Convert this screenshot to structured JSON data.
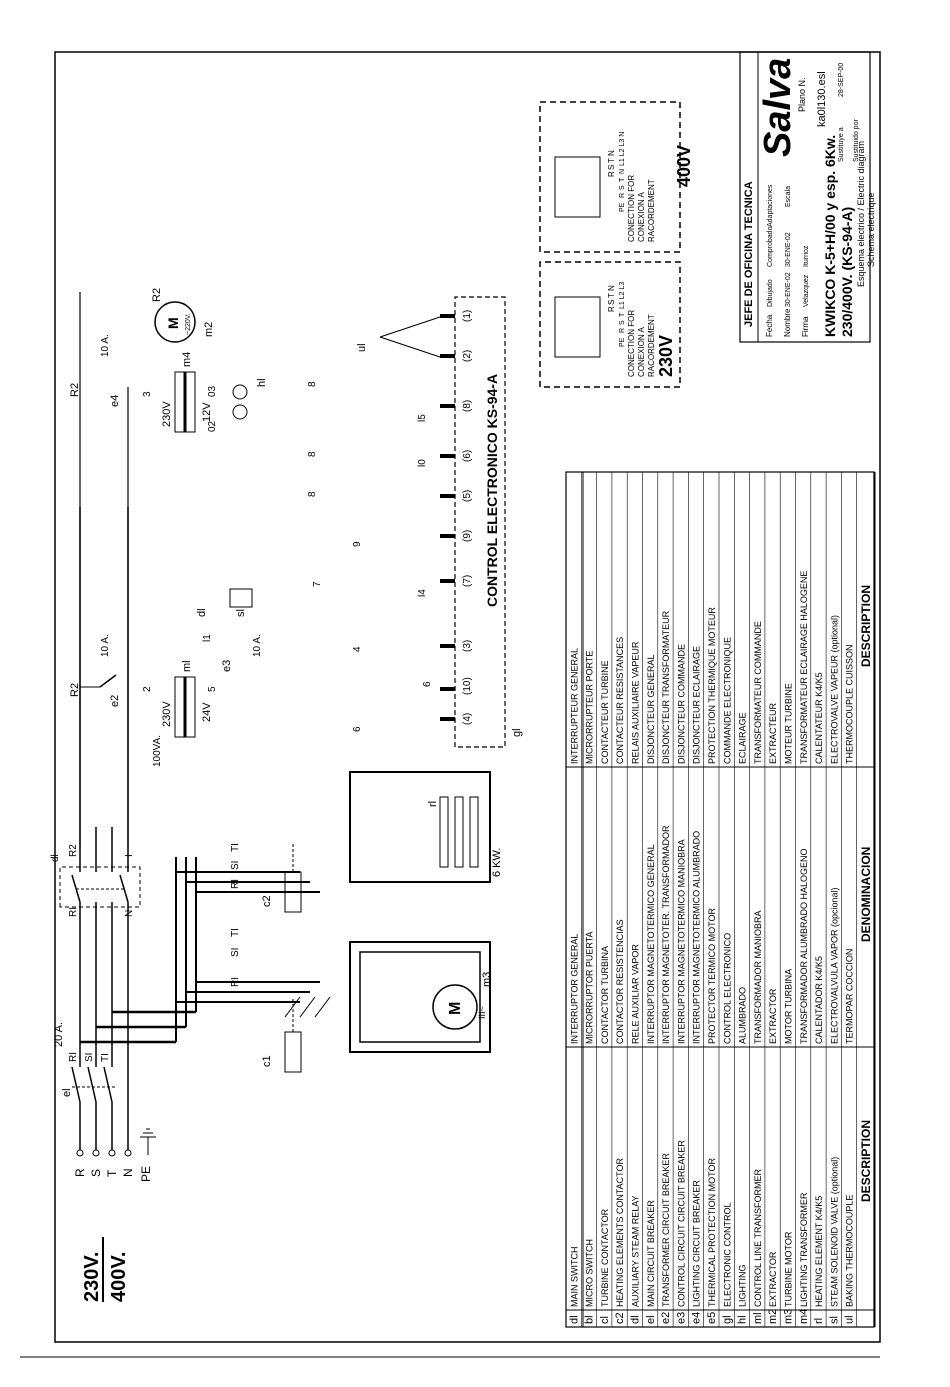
{
  "voltage_label": {
    "v230": "230V.",
    "v400": "400V."
  },
  "supply_terminals": [
    "R",
    "S",
    "T",
    "N",
    "PE"
  ],
  "main_breaker": {
    "id": "el",
    "rating": "20 A.",
    "phases": [
      "RI",
      "SI",
      "TI"
    ]
  },
  "main_switch": {
    "id": "dl",
    "labels": [
      "RI",
      "N",
      "R2",
      "I"
    ]
  },
  "phase_labels": [
    "RI",
    "SI",
    "TI"
  ],
  "contactors": {
    "c1": "c1",
    "c2": "c2"
  },
  "motor": {
    "symbol": "M",
    "type": "III~",
    "id": "m3"
  },
  "heater": {
    "id": "rl",
    "power": "6 KW."
  },
  "fan_motor": {
    "symbol": "M",
    "voltage": "~220V.",
    "id": "m2"
  },
  "breakers": [
    {
      "id": "e2",
      "rating": "10 A."
    },
    {
      "id": "e3",
      "rating": "10 A."
    },
    {
      "id": "e4",
      "rating": "10 A."
    }
  ],
  "transformer_control": {
    "id": "ml",
    "primary": "230V",
    "secondary": "24V",
    "power": "100VA."
  },
  "transformer_light": {
    "id": "m4",
    "primary": "230V",
    "secondary": "12V"
  },
  "lamp": {
    "id": "hl"
  },
  "steam_valve": {
    "id": "sl"
  },
  "door_switch": {
    "id": "dl"
  },
  "thermo": {
    "id": "ul"
  },
  "controller": {
    "title": "CONTROL ELECTRONICO KS-94-A",
    "id": "gl"
  },
  "controller_terminals": [
    "(4)",
    "(10)",
    "(3)",
    "(7)",
    "(9)",
    "(5)",
    "(6)",
    "(8)",
    "(2)",
    "(1)"
  ],
  "wire_numbers": [
    "6",
    "6",
    "4",
    "7",
    "9",
    "8",
    "8",
    "8",
    "l4",
    "l0",
    "l5",
    "l1",
    "2",
    "5",
    "3",
    "02",
    "03"
  ],
  "connection_boxes": [
    {
      "voltage": "230V",
      "caption": [
        "CONECTION FOR",
        "CONEXION A",
        "RACORDEMENT"
      ],
      "terminals": [
        "R",
        "S",
        "T",
        "N"
      ],
      "bottom": [
        "PE",
        "R",
        "S",
        "T",
        "L1 L2 L3"
      ]
    },
    {
      "voltage": "400V",
      "caption": [
        "CONECTION FOR",
        "CONEXION A",
        "RACORDEMENT"
      ],
      "terminals": [
        "R",
        "S",
        "T",
        "N"
      ],
      "bottom": [
        "PE",
        "R",
        "S",
        "T",
        "N",
        "L1 L2 L3 N"
      ]
    }
  ],
  "legend": {
    "headers": {
      "description_en": "DESCRIPTION",
      "description_es": "DENOMINACION",
      "description_fr": "DESCRIPTION"
    },
    "rows": [
      {
        "id": "dl",
        "en": "MAIN SWITCH",
        "es": "INTERRUPTOR GENERAL",
        "fr": "INTERRUPTEUR GENERAL"
      },
      {
        "id": "bl",
        "en": "MICRO SWITCH",
        "es": "MICRORRUPTOR PUERTA",
        "fr": "MICRORRUPTEUR PORTE"
      },
      {
        "id": "cl",
        "en": "TURBINE CONTACTOR",
        "es": "CONTACTOR TURBINA",
        "fr": "CONTACTEUR TURBINE"
      },
      {
        "id": "c2",
        "en": "HEATING ELEMENTS CONTACTOR",
        "es": "CONTACTOR RESISTENCIAS",
        "fr": "CONTACTEUR RESISTANCES"
      },
      {
        "id": "dl",
        "en": "AUXILIARY STEAM RELAY",
        "es": "RELE AUXILIAR VAPOR",
        "fr": "RELAIS AUXILIAIRE VAPEUR"
      },
      {
        "id": "el",
        "en": "MAIN CIRCUIT BREAKER",
        "es": "INTERRUPTOR MAGNETOTERMICO GENERAL",
        "fr": "DISJONCTEUR GENERAL"
      },
      {
        "id": "e2",
        "en": "TRANSFORMER CIRCUIT BREAKER",
        "es": "INTERRUPTOR MAGNETOTER. TRANSFORMADOR",
        "fr": "DISJONCTEUR TRANSFORMATEUR"
      },
      {
        "id": "e3",
        "en": "CONTROL CIRCUIT CIRCUIT BREAKER",
        "es": "INTERRUPTOR MAGNETOTERMICO MANIOBRA",
        "fr": "DISJONCTEUR COMMANDE"
      },
      {
        "id": "e4",
        "en": "LIGHTING CIRCUIT BREAKER",
        "es": "INTERRUPTOR MAGNETOTERMICO ALUMBRADO",
        "fr": "DISJONCTEUR ECLAIRAGE"
      },
      {
        "id": "e5",
        "en": "THERMICAL PROTECTION MOTOR",
        "es": "PROTECTOR TERMICO MOTOR",
        "fr": "PROTECTION THERMIQUE MOTEUR"
      },
      {
        "id": "gl",
        "en": "ELECTRONIC CONTROL",
        "es": "CONTROL ELECTRONICO",
        "fr": "COMMANDE ELECTRONIQUE"
      },
      {
        "id": "hl",
        "en": "LIGHTING",
        "es": "ALUMBRADO",
        "fr": "ECLAIRAGE"
      },
      {
        "id": "ml",
        "en": "CONTROL LINE TRANSFORMER",
        "es": "TRANSFORMADOR MANIOBRA",
        "fr": "TRANSFORMATEUR COMMANDE"
      },
      {
        "id": "m2",
        "en": "EXTRACTOR",
        "es": "EXTRACTOR",
        "fr": "EXTRACTEUR"
      },
      {
        "id": "m3",
        "en": "TURBINE MOTOR",
        "es": "MOTOR TURBINA",
        "fr": "MOTEUR TURBINE"
      },
      {
        "id": "m4",
        "en": "LIGHTING TRANSFORMER",
        "es": "TRANSFORMADOR ALUMBRADO HALOGENO",
        "fr": "TRANSFORMATEUR ECLAIRAGE HALOGENE"
      },
      {
        "id": "rl",
        "en": "HEATING ELEMENT K4/K5",
        "es": "CALENTADOR K4/K5",
        "fr": "CALENTATEUR K4/K5"
      },
      {
        "id": "sl",
        "en": "STEAM SOLENOID VALVE (optional)",
        "es": "ELECTROVALVULA VAPOR (opcional)",
        "fr": "ELECTROVALVE VAPEUR (optional)"
      },
      {
        "id": "ul",
        "en": "BAKING THERMOCOUPLE",
        "es": "TERMOPAR COCCION",
        "fr": "THERMOCOUPLE CUISSON"
      }
    ]
  },
  "title_block": {
    "heading": "JEFE DE OFICINA TECNICA",
    "cols": [
      "Fecha",
      "Nombre",
      "Firma"
    ],
    "rows": [
      {
        "label": "Dibujado",
        "date": "30-ENE-02",
        "name": "Velazquez"
      },
      {
        "label": "Comprobado",
        "date": "30-ENE-02",
        "name": "Iturrioz"
      },
      {
        "label": "Adaptaciones",
        "date": "",
        "name": ""
      }
    ],
    "scale_label": "Escala",
    "title1": "KWIKCO K-5+H/00 y esp. 6Kw.",
    "title2": "230/400V.     (KS-94-A)",
    "title3": "Esquema electrico / Electric diagram",
    "title4": "Schema electrique",
    "brand": "Salva",
    "plan_label": "Plano N.",
    "plan_number": "ka0l130.esl",
    "replaces_label": "Sustituye a",
    "replaces_date": "28-SEP-00",
    "replaced_by_label": "Sustituido por"
  }
}
